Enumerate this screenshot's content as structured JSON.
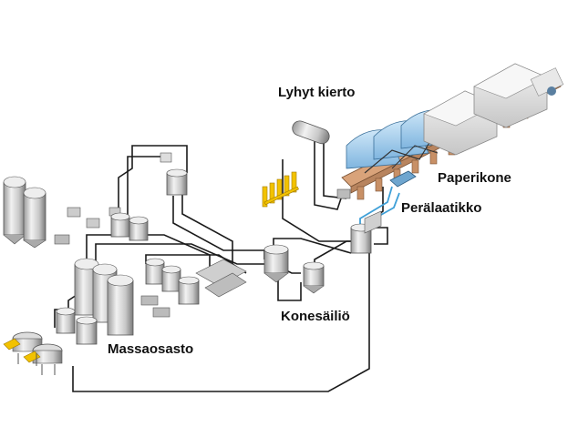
{
  "labels": {
    "lyhyt_kierto": "Lyhyt kierto",
    "paperikone": "Paperikone",
    "peralaatikko": "Perälaatikko",
    "konesailio": "Konesäiliö",
    "massaosasto": "Massaosasto"
  },
  "colors": {
    "pipe": "#1a1a1a",
    "headbox_pipe": "#3fa0d8",
    "tank_light": "#e6e6e6",
    "tank_dark": "#8c8c8c",
    "machine_blue": "#9fcbea",
    "machine_grey": "#d8d8d8",
    "frame_wood": "#d9a37a",
    "rack_yellow": "#f2c200"
  }
}
